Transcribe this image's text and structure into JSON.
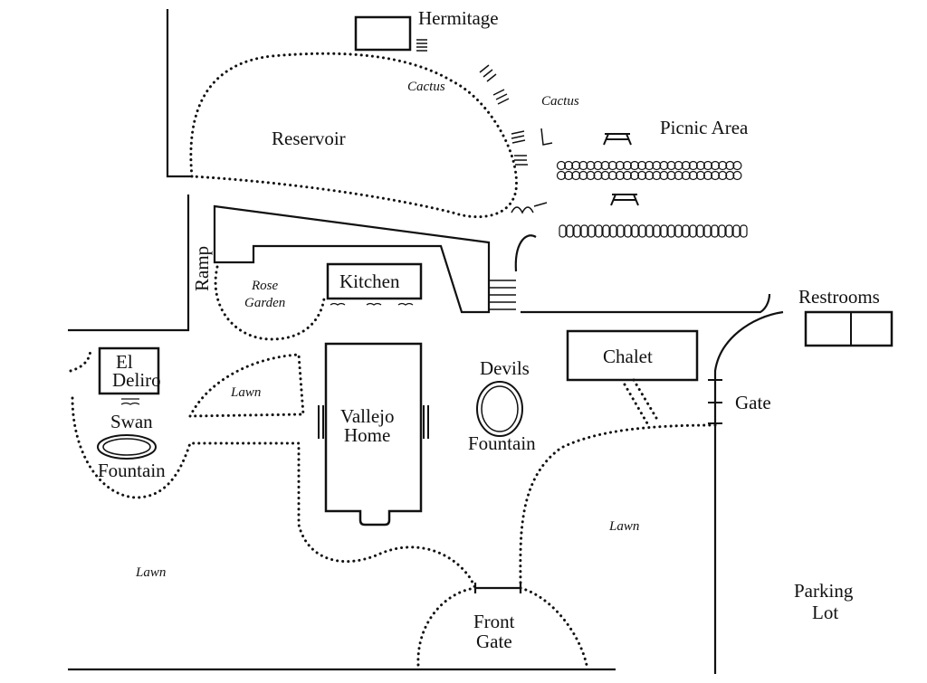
{
  "labels": {
    "hermitage": "Hermitage",
    "cactus_1": "Cactus",
    "cactus_2": "Cactus",
    "picnic_area": "Picnic Area",
    "reservoir": "Reservoir",
    "ramp": "Ramp",
    "rose_garden_1": "Rose",
    "rose_garden_2": "Garden",
    "kitchen": "Kitchen",
    "restrooms": "Restrooms",
    "el_deliro_1": "El",
    "el_deliro_2": "Deliro",
    "swan_fountain_1": "Swan",
    "swan_fountain_2": "Fountain",
    "lawn_small": "Lawn",
    "vallejo_home_1": "Vallejo",
    "vallejo_home_2": "Home",
    "devils_fountain_1": "Devils",
    "devils_fountain_2": "Fountain",
    "chalet": "Chalet",
    "gate": "Gate",
    "lawn_right": "Lawn",
    "lawn_left": "Lawn",
    "parking_lot_1": "Parking",
    "parking_lot_2": "Lot",
    "front_gate_1": "Front",
    "front_gate_2": "Gate"
  },
  "icons": [
    "picnic-table-icon",
    "stairs-icon",
    "fountain-icon"
  ]
}
